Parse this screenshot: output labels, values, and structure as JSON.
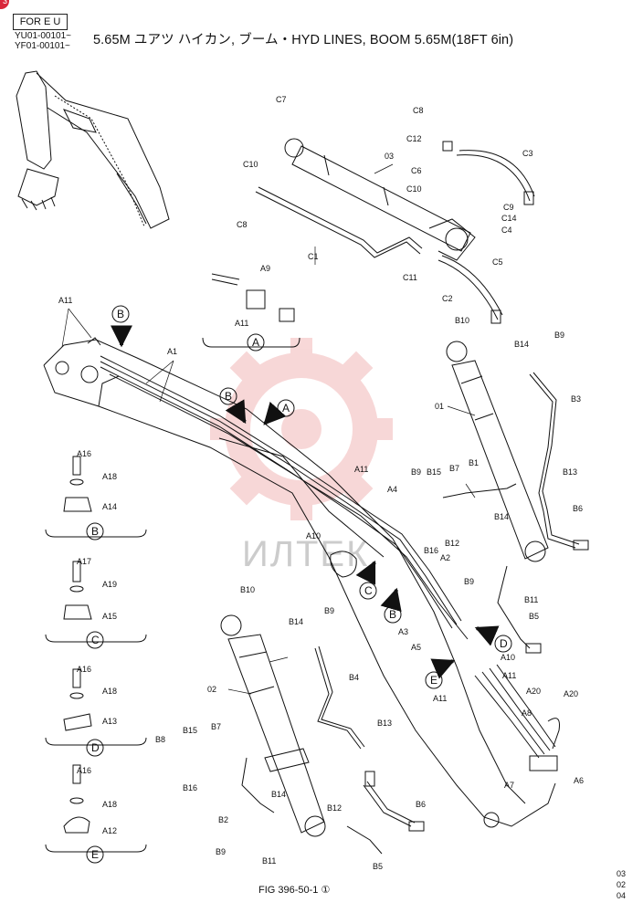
{
  "header": {
    "market_tag": "FOR E U",
    "serials": [
      "YU01-00101~",
      "YF01-00101~"
    ],
    "title": "5.65M ユアツ ハイカン, ブーム・HYD LINES, BOOM 5.65M(18FT 6in)",
    "corner_badge": "3"
  },
  "watermark": {
    "text": "ИЛТЕК",
    "colors": {
      "logo": "#f2b8b8",
      "text": "#cccccc"
    }
  },
  "parts": {
    "A1": "A1",
    "A2": "A2",
    "A3": "A3",
    "A4": "A4",
    "A5": "A5",
    "A6": "A6",
    "A7": "A7",
    "A8": "A8",
    "A9": "A9",
    "A10": "A10",
    "A11": "A11",
    "A12": "A12",
    "A13": "A13",
    "A14": "A14",
    "A15": "A15",
    "A16": "A16",
    "A17": "A17",
    "A18": "A18",
    "A19": "A19",
    "A20": "A20",
    "B1": "B1",
    "B2": "B2",
    "B3": "B3",
    "B4": "B4",
    "B5": "B5",
    "B6": "B6",
    "B7": "B7",
    "B8": "B8",
    "B9": "B9",
    "B10": "B10",
    "B11": "B11",
    "B12": "B12",
    "B13": "B13",
    "B14": "B14",
    "B15": "B15",
    "B16": "B16",
    "C1": "C1",
    "C2": "C2",
    "C3": "C3",
    "C4": "C4",
    "C5": "C5",
    "C6": "C6",
    "C7": "C7",
    "C8": "C8",
    "C9": "C9",
    "C10": "C10",
    "C11": "C11",
    "C12": "C12",
    "C14": "C14",
    "P01": "01",
    "P02": "02",
    "P03": "03"
  },
  "callouts": {
    "A": "A",
    "B": "B",
    "C": "C",
    "D": "D",
    "E": "E"
  },
  "footer": {
    "figure": "FIG 396-50-1 ①",
    "revisions": [
      "03",
      "02",
      "04"
    ]
  }
}
